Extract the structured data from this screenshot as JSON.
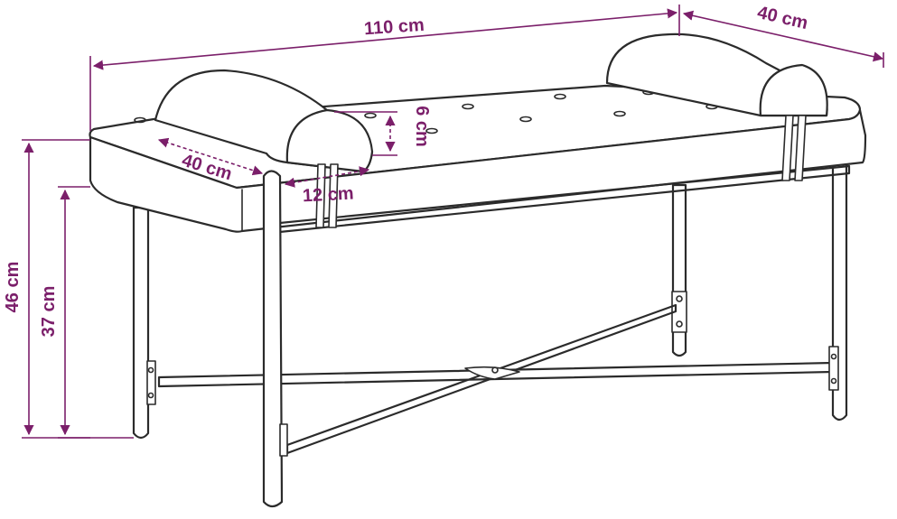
{
  "dimensions": {
    "overall_width": "110 cm",
    "depth": "40 cm",
    "cushion_thickness": "6 cm",
    "armrest_depth": "40 cm",
    "armrest_width": "12 cm",
    "total_height": "46 cm",
    "seat_height": "37 cm"
  },
  "colors": {
    "dimension": "#7b1f6a",
    "outline": "#2b2b2b",
    "background": "#ffffff"
  }
}
